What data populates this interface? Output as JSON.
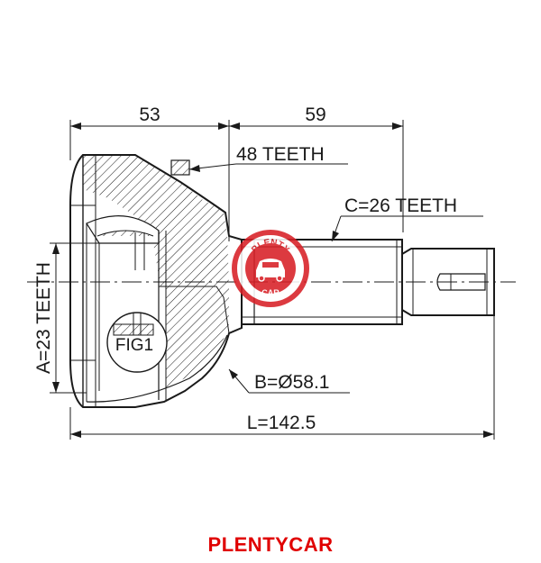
{
  "dimensions": {
    "dim_53": "53",
    "dim_59": "59",
    "teeth_48": "48 TEETH",
    "teeth_c": "C=26 TEETH",
    "teeth_a": "A=23 TEETH",
    "diameter_b": "B=Ø58.1",
    "length_l": "L=142.5"
  },
  "figure_label": "FIG1",
  "watermark": {
    "top_text": "PLENTY",
    "bottom_text": "CAR"
  },
  "brand": {
    "name": "PLENTYCAR",
    "color": "#e00000"
  },
  "colors": {
    "ink": "#1a1a1a",
    "watermark": "#d81f26"
  }
}
